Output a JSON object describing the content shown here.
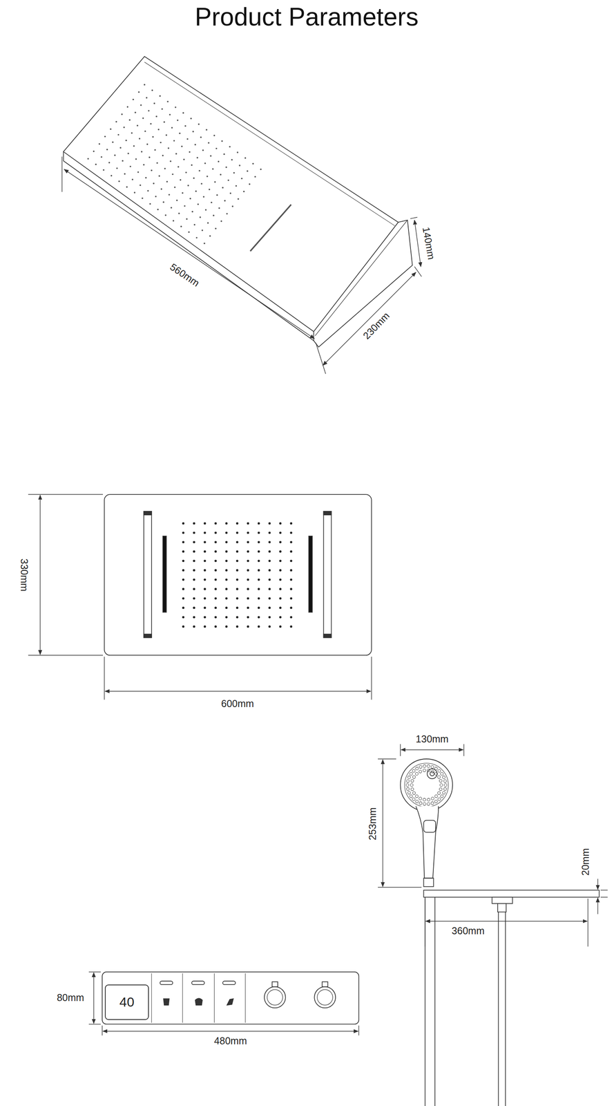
{
  "diagram": {
    "title": "Product Parameters",
    "nodes": [
      {
        "text": [
          "40"
        ]
      }
    ],
    "labels": [
      "560mm",
      "140mm",
      "230mm",
      "330mm",
      "600mm",
      "130mm",
      "253mm",
      "20mm",
      "360mm",
      "80mm",
      "480mm"
    ]
  }
}
